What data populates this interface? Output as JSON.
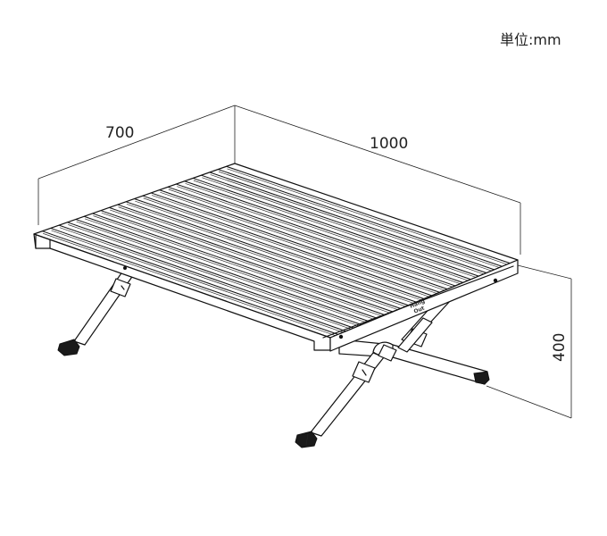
{
  "unit_label": "単位:mm",
  "dimensions": {
    "width": "700",
    "length": "1000",
    "height": "400"
  },
  "brand_mark": [
    "Hang",
    "Out"
  ],
  "table": {
    "slat_count": 24
  }
}
